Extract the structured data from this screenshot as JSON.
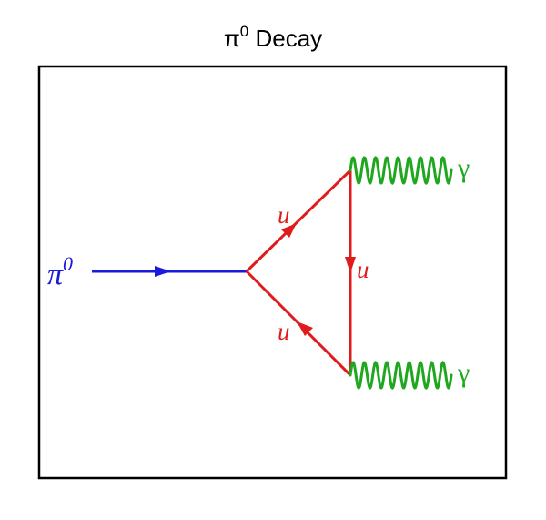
{
  "title": {
    "base": "π",
    "superscript": "0",
    "rest": " Decay"
  },
  "labels": {
    "pion_base": "π",
    "pion_sup": "0",
    "quark_upper": "u",
    "quark_right": "u",
    "quark_lower": "u",
    "photon_upper": "γ",
    "photon_lower": "γ"
  },
  "colors": {
    "frame": "#000000",
    "pion": "#1a1adb",
    "quark": "#e01b1b",
    "photon": "#1fa81f"
  }
}
